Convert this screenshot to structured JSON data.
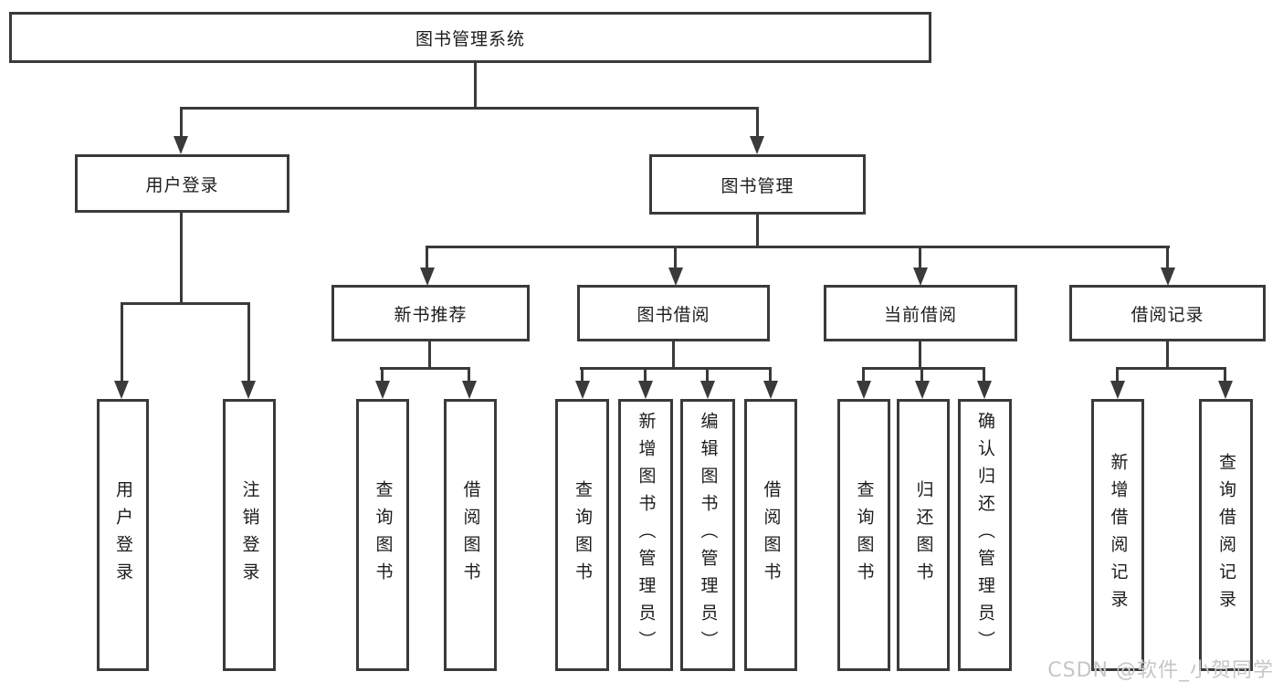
{
  "diagram": {
    "title": "图书管理系统",
    "level2": {
      "user_login": "用户登录",
      "book_mgmt": "图书管理"
    },
    "level3": {
      "new_books": "新书推荐",
      "borrowing": "图书借阅",
      "current": "当前借阅",
      "records": "借阅记录"
    },
    "leaves": {
      "ul_login": "用户登录",
      "ul_logout": "注销登录",
      "nb_query": "查询图书",
      "nb_borrow": "借阅图书",
      "bb_query": "查询图书",
      "bb_add": "新增图书（管理员）",
      "bb_edit": "编辑图书（管理员）",
      "bb_borrow": "借阅图书",
      "cb_query": "查询图书",
      "cb_return": "归还图书",
      "cb_confirm": "确认归还（管理员）",
      "br_add": "新增借阅记录",
      "br_query": "查询借阅记录"
    }
  },
  "watermark": {
    "text": "CSDN @软件_小贺同学",
    "color": "#c6c6c6"
  },
  "colors": {
    "line": "#3a3a3a",
    "text": "#1c1c1c",
    "background": "#ffffff"
  }
}
